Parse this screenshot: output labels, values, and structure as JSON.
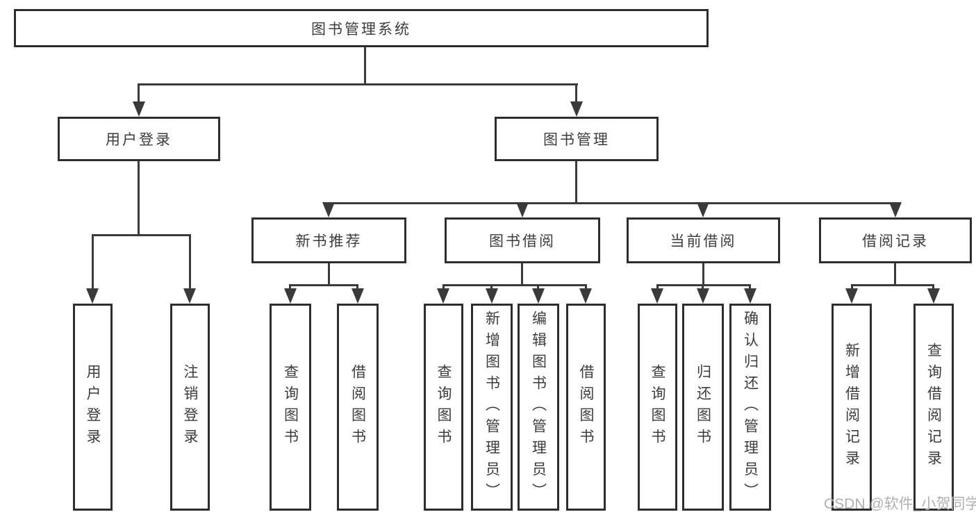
{
  "diagram": {
    "title": "图书管理系统",
    "level2": {
      "user_login": "用户登录",
      "book_mgmt": "图书管理"
    },
    "level3": {
      "new_books": "新书推荐",
      "book_borrow": "图书借阅",
      "current_borrow": "当前借阅",
      "borrow_records": "借阅记录"
    },
    "leaves": {
      "user_login": [
        "用户登录",
        "注销登录"
      ],
      "new_books": [
        "查询图书",
        "借阅图书"
      ],
      "book_borrow": [
        "查询图书",
        "新增图书（管理员）",
        "编辑图书（管理员）",
        "借阅图书"
      ],
      "current_borrow": [
        "查询图书",
        "归还图书",
        "确认归还（管理员）"
      ],
      "borrow_records": [
        "新增借阅记录",
        "查询借阅记录"
      ]
    },
    "watermark": "CSDN @软件_小贺同学",
    "colors": {
      "line": "#3a3a3a",
      "border": "#2e2e2e",
      "text": "#3c3c3c",
      "watermark": "#b0b0b0",
      "background": "#ffffff"
    }
  }
}
